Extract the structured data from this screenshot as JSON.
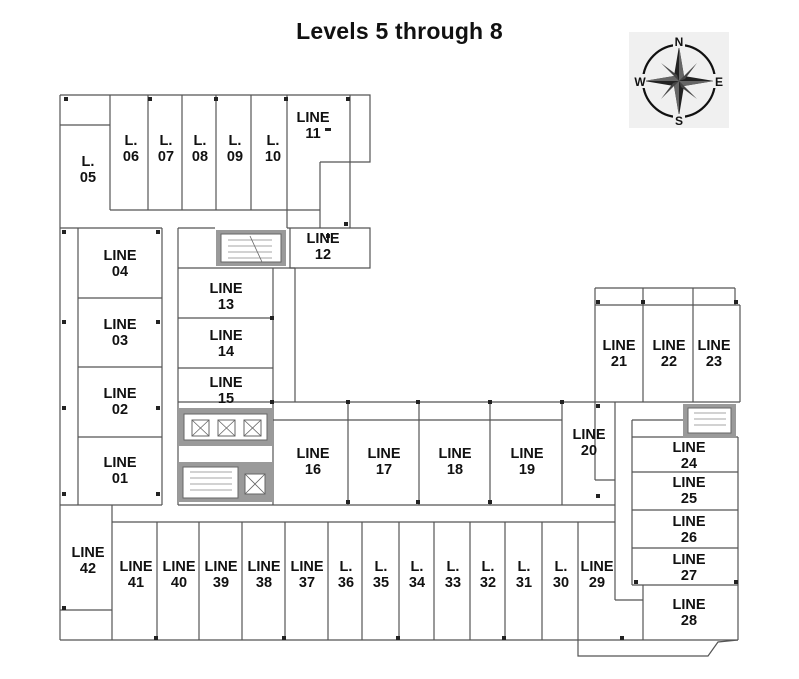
{
  "title": "Levels 5 through 8",
  "compass": {
    "north": "N",
    "east": "E",
    "south": "S",
    "west": "W"
  },
  "units": [
    {
      "id": "l05",
      "lines": [
        "L.",
        "05"
      ]
    },
    {
      "id": "l06",
      "lines": [
        "L.",
        "06"
      ]
    },
    {
      "id": "l07",
      "lines": [
        "L.",
        "07"
      ]
    },
    {
      "id": "l08",
      "lines": [
        "L.",
        "08"
      ]
    },
    {
      "id": "l09",
      "lines": [
        "L.",
        "09"
      ]
    },
    {
      "id": "l10",
      "lines": [
        "L.",
        "10"
      ]
    },
    {
      "id": "l11",
      "lines": [
        "LINE",
        "11"
      ]
    },
    {
      "id": "l12",
      "lines": [
        "LINE",
        "12"
      ]
    },
    {
      "id": "l04",
      "lines": [
        "LINE",
        "04"
      ]
    },
    {
      "id": "l03",
      "lines": [
        "LINE",
        "03"
      ]
    },
    {
      "id": "l02",
      "lines": [
        "LINE",
        "02"
      ]
    },
    {
      "id": "l01",
      "lines": [
        "LINE",
        "01"
      ]
    },
    {
      "id": "l13",
      "lines": [
        "LINE",
        "13"
      ]
    },
    {
      "id": "l14",
      "lines": [
        "LINE",
        "14"
      ]
    },
    {
      "id": "l15",
      "lines": [
        "LINE",
        "15"
      ]
    },
    {
      "id": "l16",
      "lines": [
        "LINE",
        "16"
      ]
    },
    {
      "id": "l17",
      "lines": [
        "LINE",
        "17"
      ]
    },
    {
      "id": "l18",
      "lines": [
        "LINE",
        "18"
      ]
    },
    {
      "id": "l19",
      "lines": [
        "LINE",
        "19"
      ]
    },
    {
      "id": "l20",
      "lines": [
        "LINE",
        "20"
      ]
    },
    {
      "id": "l21",
      "lines": [
        "LINE",
        "21"
      ]
    },
    {
      "id": "l22",
      "lines": [
        "LINE",
        "22"
      ]
    },
    {
      "id": "l23",
      "lines": [
        "LINE",
        "23"
      ]
    },
    {
      "id": "l24",
      "lines": [
        "LINE",
        "24"
      ]
    },
    {
      "id": "l25",
      "lines": [
        "LINE",
        "25"
      ]
    },
    {
      "id": "l26",
      "lines": [
        "LINE",
        "26"
      ]
    },
    {
      "id": "l27",
      "lines": [
        "LINE",
        "27"
      ]
    },
    {
      "id": "l28",
      "lines": [
        "LINE",
        "28"
      ]
    },
    {
      "id": "l42",
      "lines": [
        "LINE",
        "42"
      ]
    },
    {
      "id": "l41",
      "lines": [
        "LINE",
        "41"
      ]
    },
    {
      "id": "l40",
      "lines": [
        "LINE",
        "40"
      ]
    },
    {
      "id": "l39",
      "lines": [
        "LINE",
        "39"
      ]
    },
    {
      "id": "l38",
      "lines": [
        "LINE",
        "38"
      ]
    },
    {
      "id": "l37",
      "lines": [
        "LINE",
        "37"
      ]
    },
    {
      "id": "l36",
      "lines": [
        "L.",
        "36"
      ]
    },
    {
      "id": "l35",
      "lines": [
        "L.",
        "35"
      ]
    },
    {
      "id": "l34",
      "lines": [
        "L.",
        "34"
      ]
    },
    {
      "id": "l33",
      "lines": [
        "L.",
        "33"
      ]
    },
    {
      "id": "l32",
      "lines": [
        "L.",
        "32"
      ]
    },
    {
      "id": "l31",
      "lines": [
        "L.",
        "31"
      ]
    },
    {
      "id": "l30",
      "lines": [
        "L.",
        "30"
      ]
    },
    {
      "id": "l29",
      "lines": [
        "LINE",
        "29"
      ]
    }
  ]
}
